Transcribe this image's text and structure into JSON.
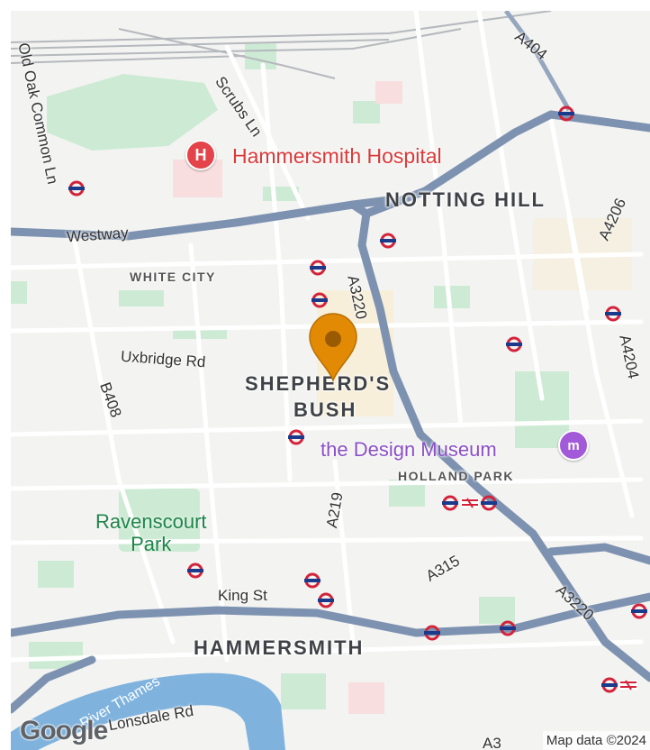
{
  "colors": {
    "background": "#f3f3f1",
    "park": "#cdebd4",
    "water": "#7fb3de",
    "major_road": "#7d92b0",
    "minor_road": "#ffffff",
    "hospital_area": "#f8dede",
    "tube_red": "#d3233a",
    "tube_blue": "#1a3a8c",
    "pin": "#e38a05",
    "pin_dark": "#9a5b00"
  },
  "areas": {
    "notting_hill": "NOTTING HILL",
    "white_city": "WHITE CITY",
    "shepherds_bush_1": "SHEPHERD'S",
    "shepherds_bush_2": "BUSH",
    "holland_park": "HOLLAND PARK",
    "hammersmith": "HAMMERSMITH"
  },
  "roads": {
    "a404": "A404",
    "scrubs_ln": "Scrubs Ln",
    "old_oak": "Old Oak Common Ln",
    "westway": "Westway",
    "a3220_north": "A3220",
    "a4206": "A4206",
    "a4204": "A4204",
    "uxbridge": "Uxbridge Rd",
    "b408": "B408",
    "a219": "A219",
    "a315": "A315",
    "a3220_south": "A3220",
    "king_st": "King St",
    "lonsdale": "Lonsdale Rd",
    "a3": "A3"
  },
  "pois": {
    "hospital": "Hammersmith Hospital",
    "hospital_icon": "H",
    "museum": "the Design Museum",
    "museum_icon": "m"
  },
  "parks": {
    "ravenscourt_1": "Ravenscourt",
    "ravenscourt_2": "Park"
  },
  "water": {
    "river": "River Thames"
  },
  "footer": {
    "logo": "Google",
    "attribution": "Map data ©2024"
  },
  "icons": [
    "location-pin-icon",
    "tube-station-icon",
    "rail-station-icon",
    "hospital-icon",
    "museum-icon"
  ]
}
